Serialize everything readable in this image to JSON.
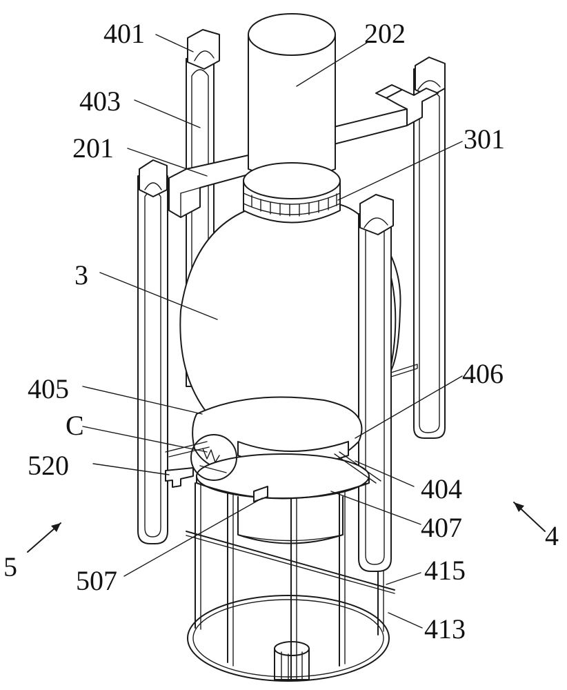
{
  "labels": {
    "l401": "401",
    "l202": "202",
    "l403": "403",
    "l201": "201",
    "l301": "301",
    "l3": "3",
    "l405": "405",
    "l406": "406",
    "lC": "C",
    "l520": "520",
    "l404": "404",
    "l407": "407",
    "l4": "4",
    "l5": "5",
    "l507": "507",
    "l415": "415",
    "l413": "413"
  }
}
